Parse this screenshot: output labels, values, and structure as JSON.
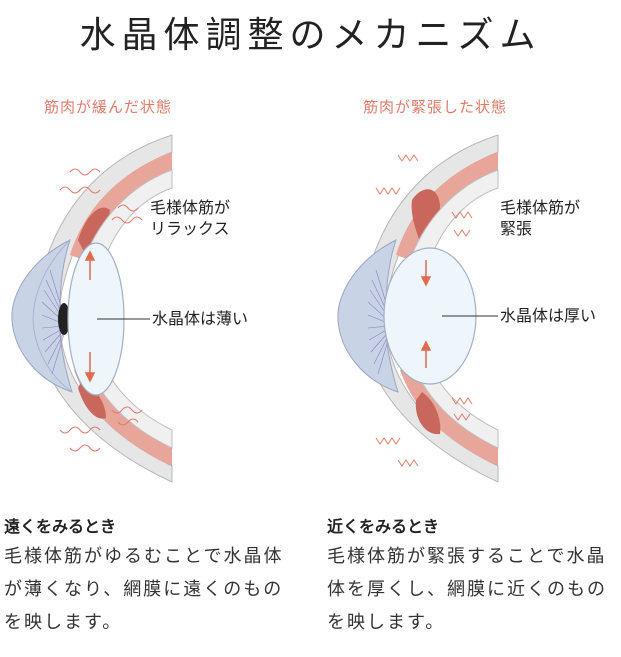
{
  "title": "水晶体調整のメカニズム",
  "left": {
    "state": "筋肉が緩んだ状態",
    "muscle_label_line1": "毛様体筋が",
    "muscle_label_line2": "リラックス",
    "lens_label": "水晶体は薄い",
    "caption_head": "遠くをみるとき",
    "caption_body": "毛様体筋がゆるむことで水晶体が薄くなり、網膜に遠くのものを映します。",
    "lens_thickness": "thin"
  },
  "right": {
    "state": "筋肉が緊張した状態",
    "muscle_label_line1": "毛様体筋が",
    "muscle_label_line2": "緊張",
    "lens_label": "水晶体は厚い",
    "caption_head": "近くをみるとき",
    "caption_body": "毛様体筋が緊張することで水晶体を厚くし、網膜に近くのものを映します。",
    "lens_thickness": "thick"
  },
  "colors": {
    "state_text": "#e07b6b",
    "muscle": "#e8a59a",
    "muscle_dark": "#c9675c",
    "sclera": "#e6e6e6",
    "cornea": "#c9d3e6",
    "lens": "#eef5fb",
    "arrow": "#e06a4e",
    "squiggle": "#e07b6b"
  }
}
